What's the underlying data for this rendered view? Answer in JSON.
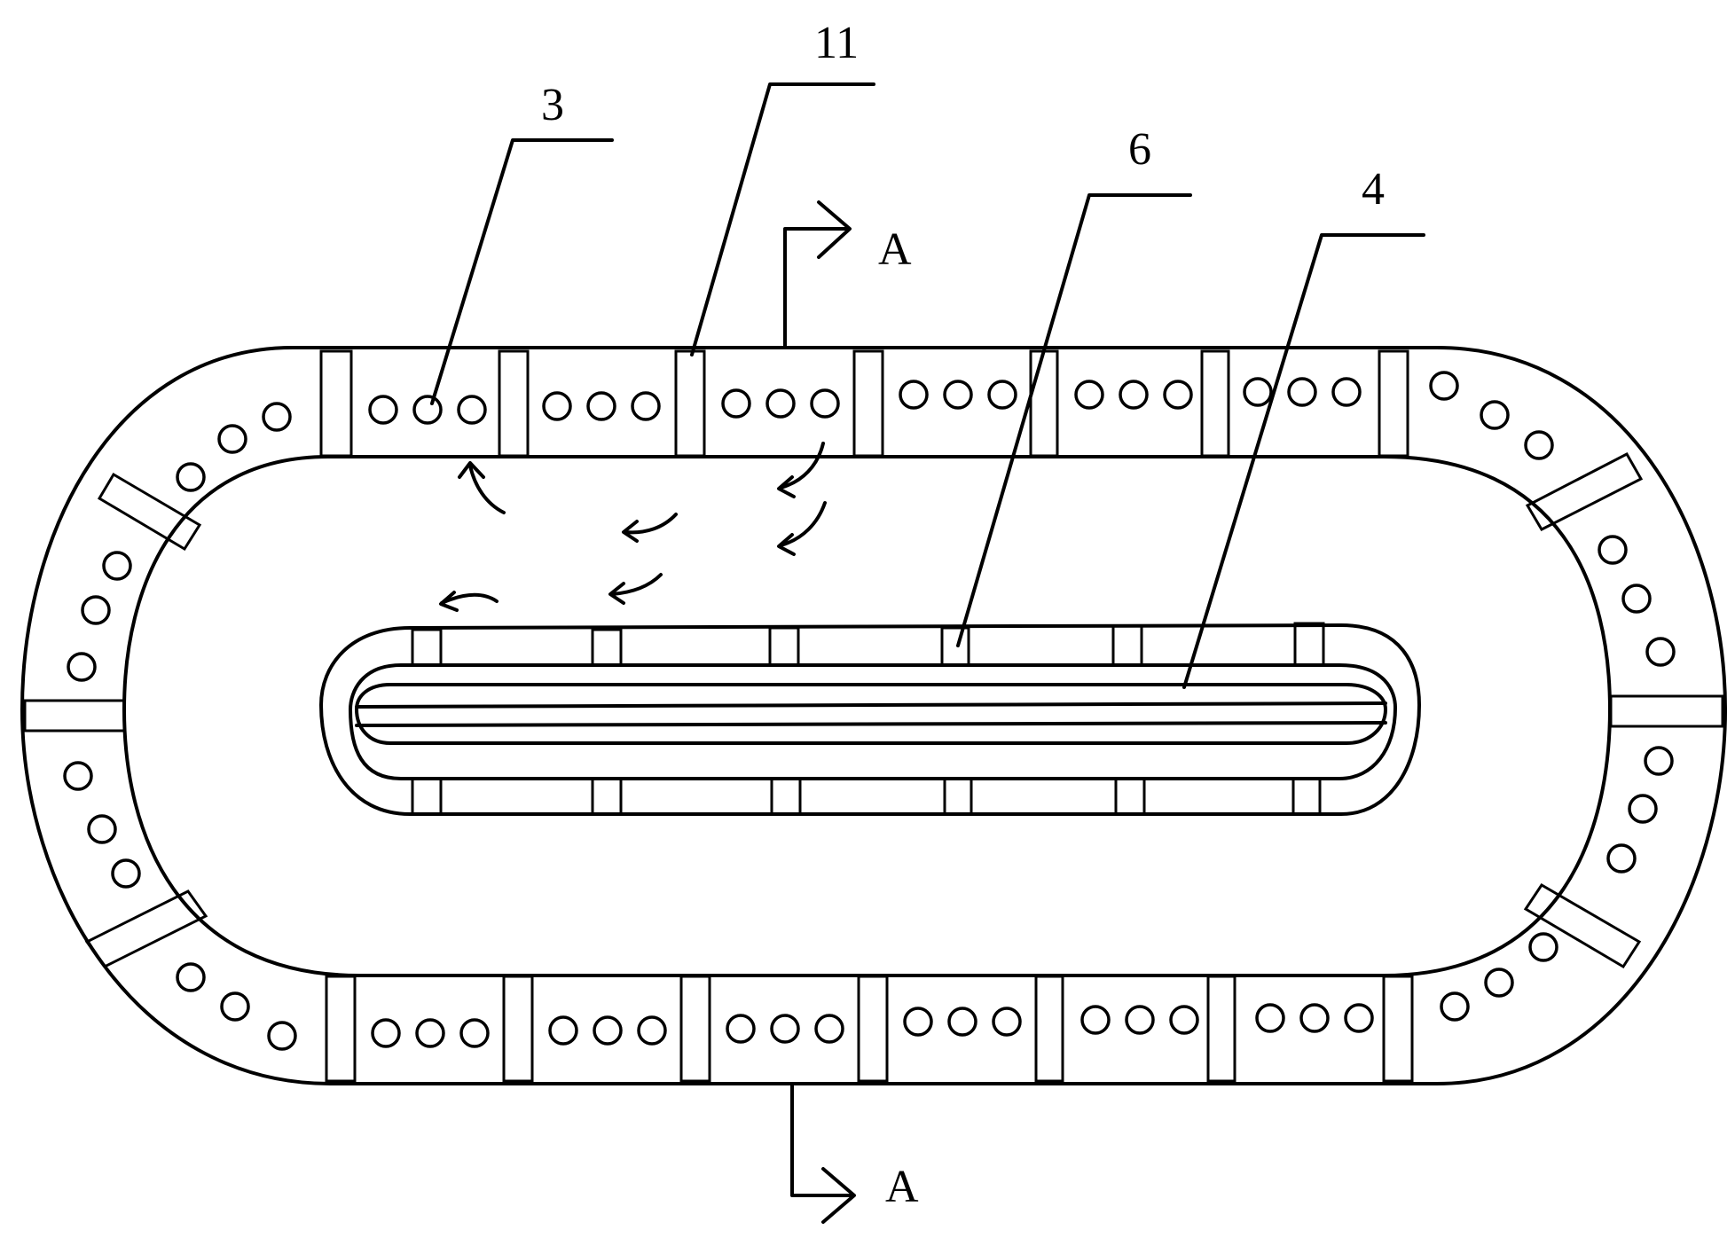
{
  "labels": {
    "label_3": "3",
    "label_11": "11",
    "label_6": "6",
    "label_4": "4",
    "section_top": "A",
    "section_bottom": "A"
  }
}
